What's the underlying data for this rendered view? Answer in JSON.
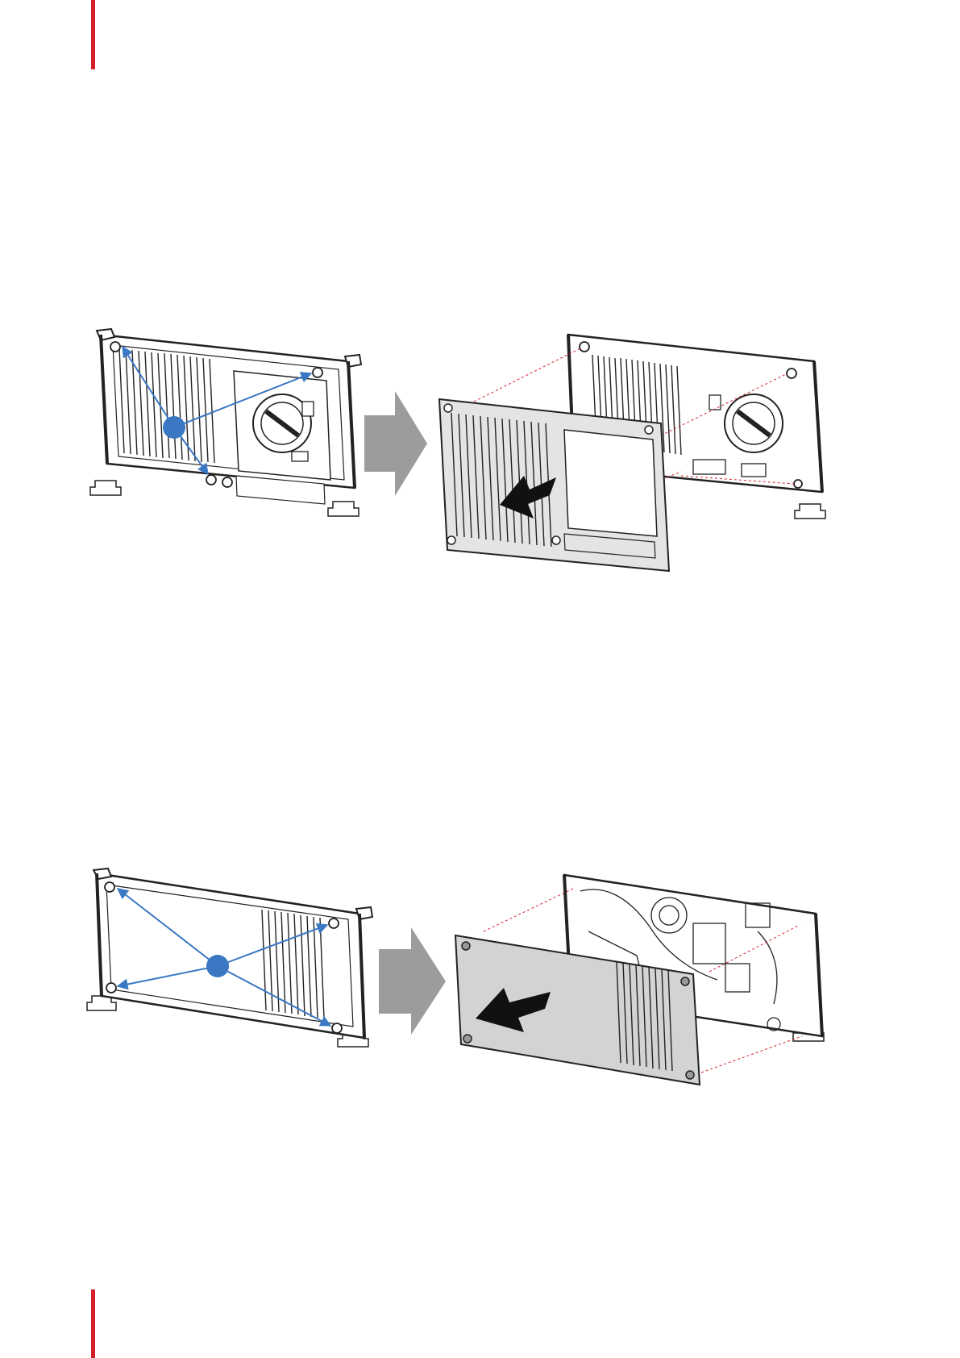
{
  "document": {
    "accent_color": "#d4202a",
    "figures": [
      {
        "id": "figure-front-cover-removal",
        "steps": [
          "unscrew-captive-screws",
          "pull-cover-away"
        ],
        "icons": [
          "projector-front-closed",
          "screw-callout-circle",
          "direction-arrow",
          "projector-front-open",
          "front-cover-detached",
          "pull-arrow"
        ],
        "callout_color": "#3a78c3"
      },
      {
        "id": "figure-side-cover-removal",
        "steps": [
          "unscrew-captive-screws",
          "pull-cover-away"
        ],
        "icons": [
          "projector-side-closed",
          "screw-callout-circle",
          "direction-arrow",
          "projector-side-open",
          "side-cover-detached",
          "pull-arrow"
        ],
        "callout_color": "#3a78c3"
      }
    ]
  }
}
